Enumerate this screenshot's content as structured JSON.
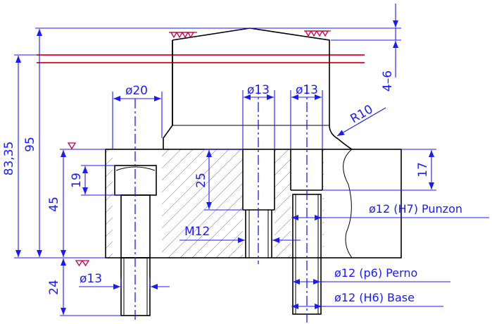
{
  "drawing": {
    "dimensions": {
      "overall_height": "83,35",
      "total_95": "95",
      "base_height": "45",
      "stem_24": "24",
      "recess_19": "19",
      "depth_25": "25",
      "right_17": "17",
      "taper_4_6": "4–6",
      "radius": "R10",
      "dia_20": "ø20",
      "dia_13_mid": "ø13",
      "dia_13_right": "ø13",
      "dia_13_bottom": "ø13",
      "thread": "M12"
    },
    "callouts": {
      "punzon": "ø12 (H7) Punzon",
      "perno": "ø12 (p6) Perno",
      "base": "ø12 (H6) Base"
    },
    "colors": {
      "dimension": "#1a1aff",
      "outline": "#000000",
      "reference_line": "#e8001c",
      "surface_symbol": "#c0004a"
    }
  }
}
